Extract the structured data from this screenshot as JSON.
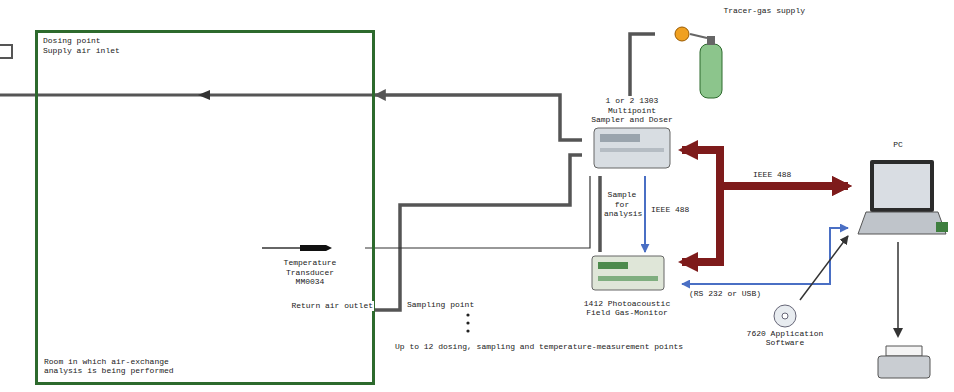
{
  "diagram": {
    "nodes": [
      {
        "text": [
          "Room in which air-exchange analysis is being performed"
        ]
      },
      {
        "text": [
          "1 or 2 1303 Multipoint Sampler and Doser"
        ]
      },
      {
        "text": [
          "1412 Photoacoustic Field Gas-Monitor"
        ]
      },
      {
        "text": [
          "Tracer-gas supply"
        ]
      },
      {
        "text": [
          "PC"
        ]
      },
      {
        "text": [
          "Temperature Transducer MM0034"
        ],
        "in": 0
      },
      {
        "text": [
          "7620 Application Software"
        ]
      }
    ],
    "edges": [
      {
        "from": 1,
        "to": 0,
        "arrow": "to"
      },
      {
        "from": 0,
        "to": 1,
        "arrow": "none"
      },
      {
        "from": 3,
        "to": 1,
        "arrow": "none"
      },
      {
        "from": 1,
        "to": 2,
        "label": "Sample for analysis",
        "arrow": "none"
      },
      {
        "from": 1,
        "to": 2,
        "label": "IEEE 488",
        "arrow": "to"
      },
      {
        "from": 4,
        "to": 1,
        "label": "IEEE 488",
        "arrow": "both"
      },
      {
        "from": 4,
        "to": 2,
        "arrow": "both"
      },
      {
        "from": 2,
        "to": 4,
        "label": "(RS 232 or USB)",
        "arrow": "both"
      },
      {
        "from": 5,
        "to": 1,
        "arrow": "none"
      },
      {
        "from": 6,
        "to": 4,
        "arrow": "to"
      }
    ],
    "labels": [
      "Dosing point",
      "Supply air inlet",
      "Return air outlet",
      "Sampling point",
      "Up to 12 dosing, sampling and temperature-measurement points"
    ]
  }
}
